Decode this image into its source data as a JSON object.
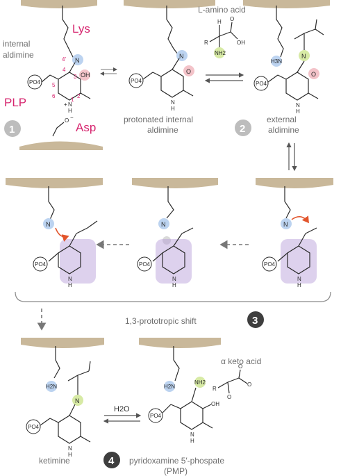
{
  "colors": {
    "protein_surface": "#c9b89a",
    "magenta": "#d6246e",
    "gray_label": "#6e6e6e",
    "step_badge_light": "#bdbdbd",
    "step_badge_dark": "#3e3e3e",
    "orange_arrow": "#e2542b",
    "purple_conjugation": "#b39ad6",
    "blue_highlight": "#bcd3f0",
    "green_highlight": "#d7eaa5",
    "pink_highlight": "#f3c3c9",
    "gray_highlight": "#d9d9d9",
    "bond": "#2a2a2a"
  },
  "panel1": {
    "lys_label": "Lys",
    "internal_aldimine_line1": "internal",
    "internal_aldimine_line2": "aldimine",
    "plp_label": "PLP",
    "asp_label": "Asp",
    "step_number": "1",
    "phosphate": "PO4",
    "numbering": [
      "4'",
      "4",
      "3",
      "5",
      "2",
      "6",
      "1"
    ],
    "atoms": {
      "N": "N",
      "O": "O",
      "H": "H",
      "OH": "OH",
      "plus": "+",
      "minus": "−"
    }
  },
  "panel_protonated": {
    "label_line1": "protonated internal",
    "label_line2": "aldimine"
  },
  "panel_amino_acid": {
    "label": "L-amino acid",
    "R": "R",
    "NH2": "NH2",
    "OH": "OH",
    "H": "H",
    "O": "O"
  },
  "panel_external": {
    "label_line1": "external",
    "label_line2": "aldimine",
    "step_number": "2",
    "H3N": "H3N"
  },
  "panel3": {
    "shift_label": "1,3-prototropic shift",
    "step_number": "3"
  },
  "panel4": {
    "ketimine_label": "ketimine",
    "step_number": "4",
    "water": "H2O",
    "pmp_label_line1": "pyridoxamine 5′-phospate",
    "pmp_label_line2": "(PMP)",
    "keto_acid_label": "α keto acid",
    "H2N": "H2N",
    "NH2": "NH2"
  },
  "icons": [
    "protein-surface",
    "phosphate-circle",
    "equilibrium-arrows",
    "dashed-arrow",
    "step-badge",
    "curved-electron-arrow"
  ]
}
